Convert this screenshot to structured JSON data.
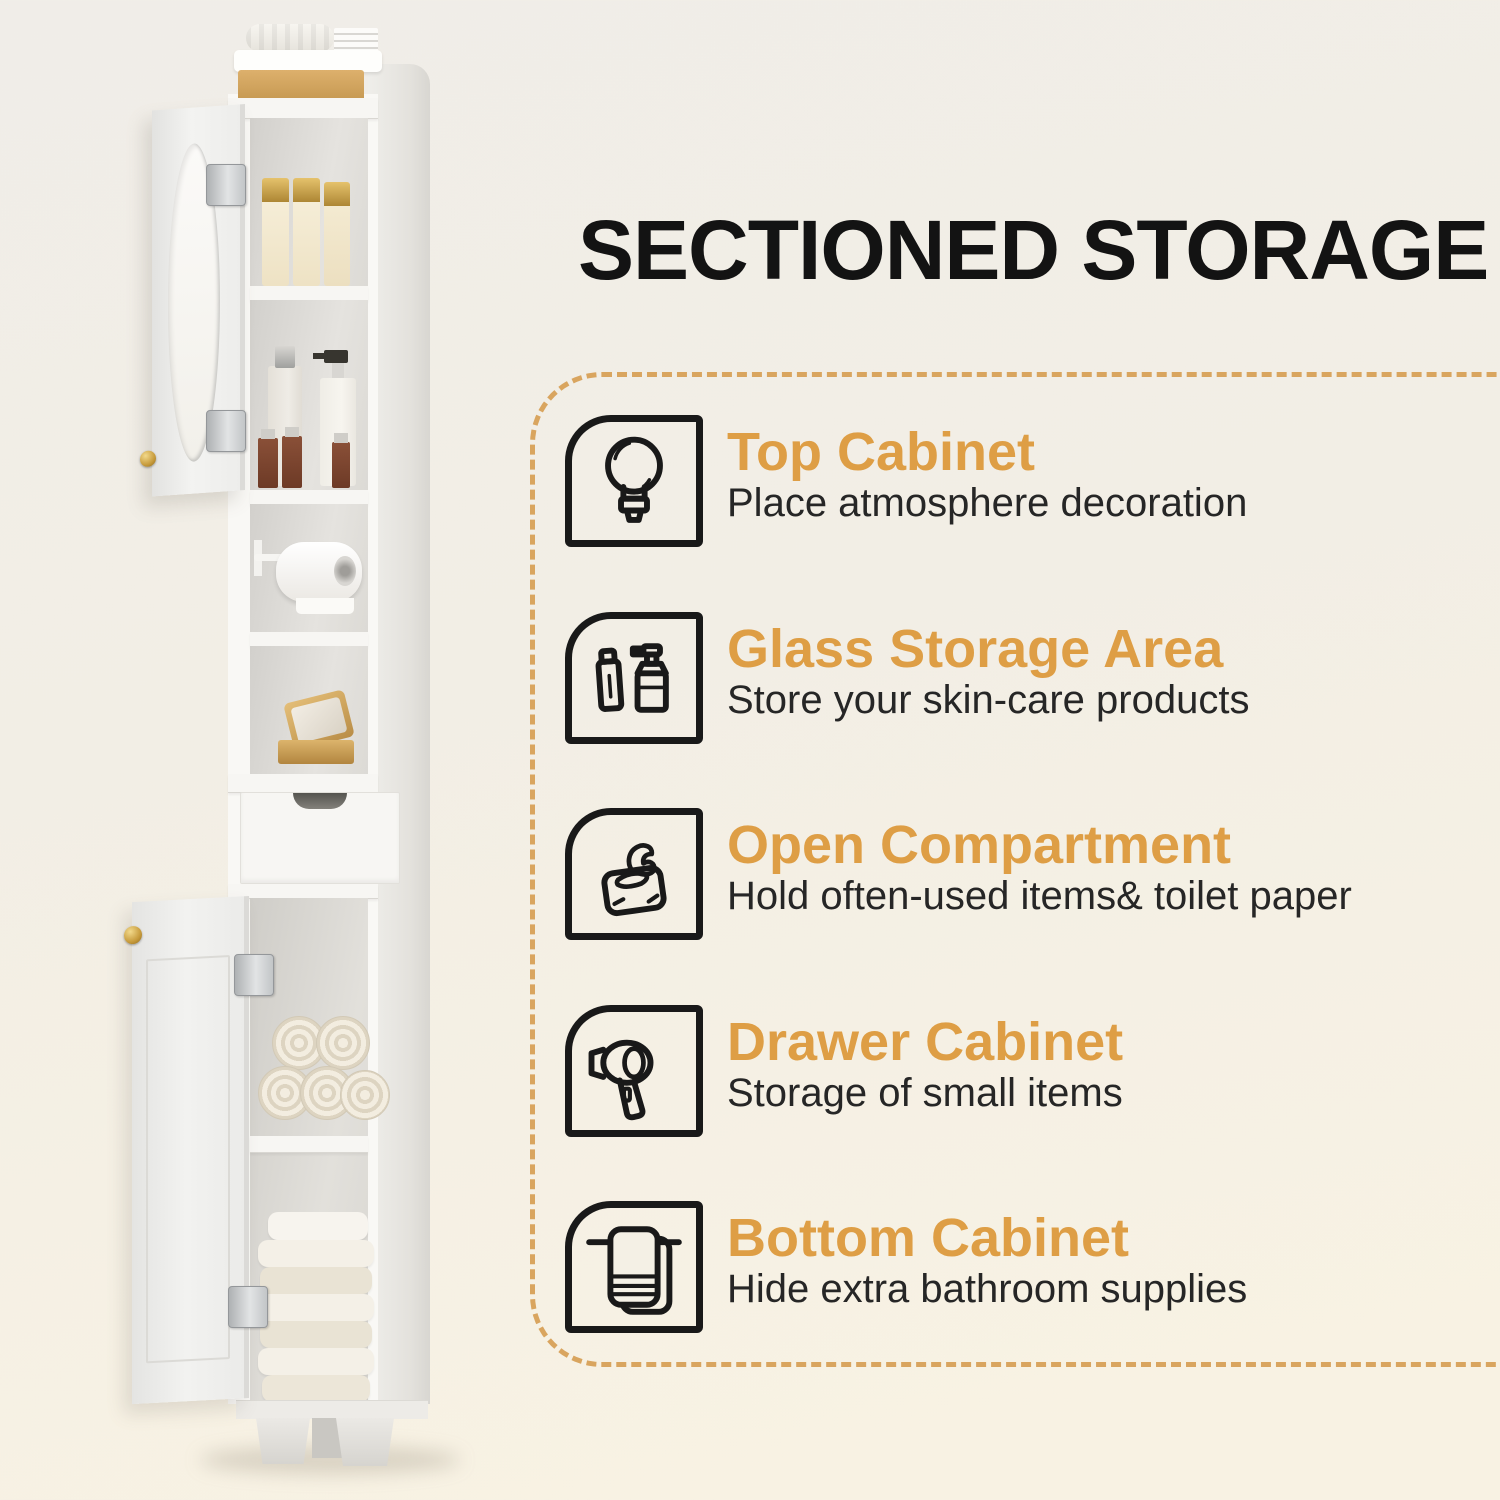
{
  "title": "SECTIONED STORAGE",
  "colors": {
    "accent": "#DE9E45",
    "dash": "#D9A55F",
    "ink": "#191919",
    "body_text": "#262626",
    "background_top": "#F0EDE8",
    "background_bottom": "#F8F2E3",
    "cabinet_white": "#F8F7F4",
    "towel_tan": "#D2A264",
    "gold_accent": "#C79B3C"
  },
  "photo": {
    "alt": "Tall narrow white bathroom storage cabinet with open glass door, toiletries, toilet paper roll, gold compact, drawer and towels"
  },
  "features": [
    {
      "icon": "lightbulb-icon",
      "title": "Top Cabinet",
      "description": "Place atmosphere decoration"
    },
    {
      "icon": "cosmetics-icon",
      "title": "Glass Storage Area",
      "description": "Store your skin-care products"
    },
    {
      "icon": "wipes-icon",
      "title": "Open Compartment",
      "description": "Hold often-used items& toilet paper"
    },
    {
      "icon": "hairdryer-icon",
      "title": "Drawer Cabinet",
      "description": "Storage of small items"
    },
    {
      "icon": "towel-rack-icon",
      "title": "Bottom Cabinet",
      "description": "Hide extra bathroom supplies"
    }
  ]
}
